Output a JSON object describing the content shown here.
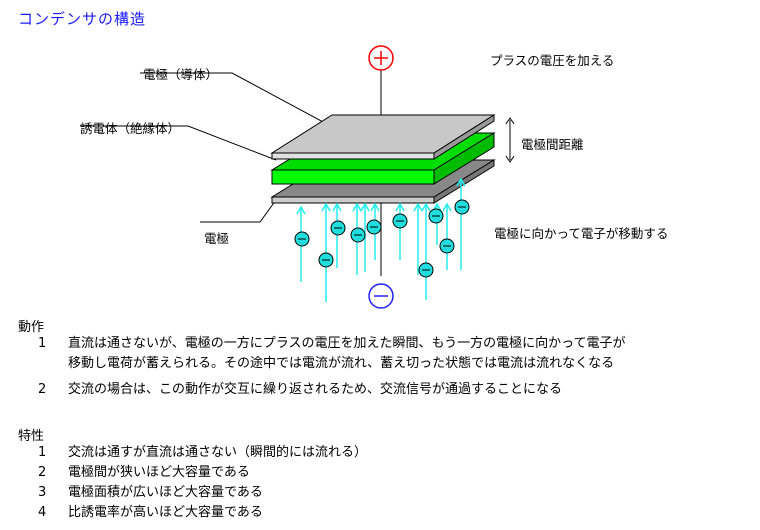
{
  "title": "コンデンサの構造",
  "labels": {
    "electrode_conductor": "電極（導体）",
    "dielectric_insulator": "誘電体（絶縁体）",
    "electrode": "電極",
    "apply_positive": "プラスの電圧を加える",
    "electrode_gap": "電極間距離",
    "electron_move": "電極に向かって電子が移動する",
    "plus_symbol": "+",
    "minus_symbol": "−",
    "electron_symbol": "−"
  },
  "colors": {
    "title": "#1a1aff",
    "dielectric": "#00dd00",
    "top_plate": "#c8c8c8",
    "bottom_plate": "#888888",
    "electron": "#22dddd",
    "arrow": "#22eeee",
    "plus_circle": "#ff0000",
    "minus_circle": "#2222ff"
  },
  "operation": {
    "heading": "動作",
    "items": [
      {
        "num": "1",
        "lines": [
          "直流は通さないが、電極の一方にプラスの電圧を加えた瞬間、もう一方の電極に向かって電子が",
          "移動し電荷が蓄えられる。その途中では電流が流れ、蓄え切った状態では電流は流れなくなる"
        ]
      },
      {
        "num": "2",
        "lines": [
          "交流の場合は、この動作が交互に繰り返されるため、交流信号が通過することになる"
        ]
      }
    ]
  },
  "characteristics": {
    "heading": "特性",
    "items": [
      {
        "num": "1",
        "text": "交流は通すが直流は通さない（瞬間的には流れる）"
      },
      {
        "num": "2",
        "text": "電極間が狭いほど大容量である"
      },
      {
        "num": "3",
        "text": "電極面積が広いほど大容量である"
      },
      {
        "num": "4",
        "text": "比誘電率が高いほど大容量である"
      }
    ]
  }
}
